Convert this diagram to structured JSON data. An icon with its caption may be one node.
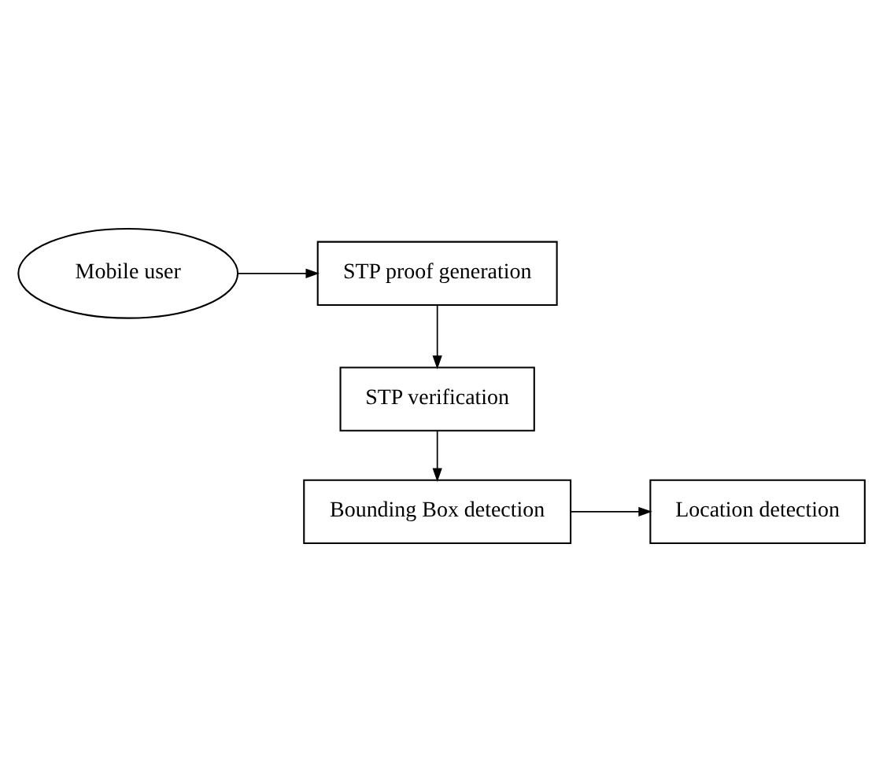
{
  "diagram": {
    "nodes": [
      {
        "text": [
          "Mobile user"
        ]
      },
      {
        "text": [
          "STP proof generation"
        ]
      },
      {
        "text": [
          "STP verification"
        ]
      },
      {
        "text": [
          "Bounding Box detection"
        ]
      },
      {
        "text": [
          "Location detection"
        ]
      }
    ],
    "edges": [
      {
        "from": 0,
        "to": 1,
        "arrow": "to"
      },
      {
        "from": 1,
        "to": 2,
        "arrow": "to"
      },
      {
        "from": 2,
        "to": 3,
        "arrow": "to"
      },
      {
        "from": 3,
        "to": 4,
        "arrow": "to"
      }
    ]
  }
}
